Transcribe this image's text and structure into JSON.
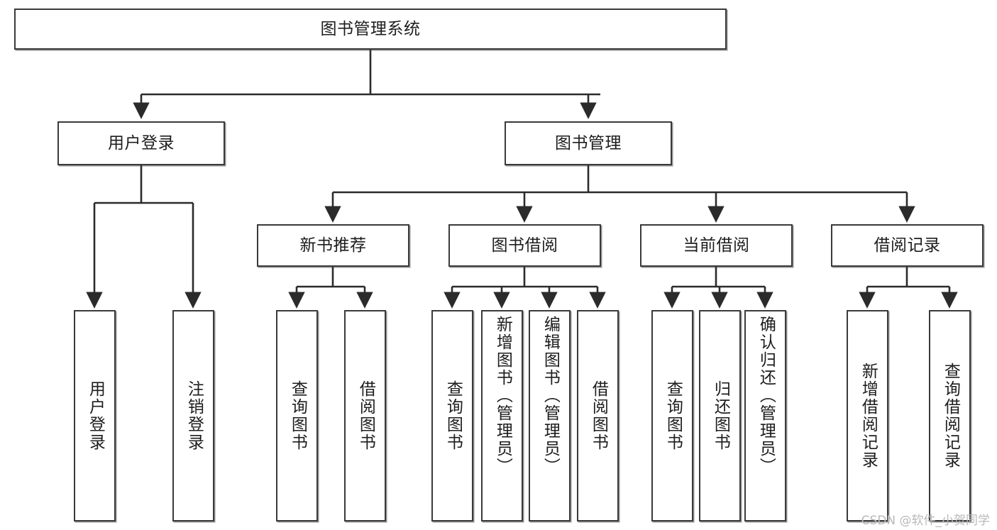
{
  "diagram": {
    "type": "tree",
    "title": "图书管理系统",
    "watermark": "CSDN @软件_小贺同学",
    "colors": {
      "box_border": "#3a3a3a",
      "box_fill": "#ffffff",
      "edge": "#2b2b2b",
      "text": "#1d1d1d",
      "watermark": "#b9b9b9"
    },
    "nodes": {
      "root": {
        "label": "图书管理系统"
      },
      "level2": [
        {
          "id": "user-login",
          "label": "用户登录"
        },
        {
          "id": "book-management",
          "label": "图书管理"
        }
      ],
      "level3": [
        {
          "id": "new-book-recommend",
          "label": "新书推荐"
        },
        {
          "id": "book-borrow",
          "label": "图书借阅"
        },
        {
          "id": "current-borrow",
          "label": "当前借阅"
        },
        {
          "id": "borrow-record",
          "label": "借阅记录"
        }
      ],
      "leaves": {
        "user-login": [
          {
            "id": "leaf-user-login",
            "label": "用户登录"
          },
          {
            "id": "leaf-logout-login",
            "label": "注销登录"
          }
        ],
        "new-book-recommend": [
          {
            "id": "leaf-query-book-1",
            "label": "查询图书"
          },
          {
            "id": "leaf-borrow-book-1",
            "label": "借阅图书"
          }
        ],
        "book-borrow": [
          {
            "id": "leaf-query-book-2",
            "label": "查询图书"
          },
          {
            "id": "leaf-add-book",
            "label": "新增图书（管理员）"
          },
          {
            "id": "leaf-edit-book",
            "label": "编辑图书（管理员）"
          },
          {
            "id": "leaf-borrow-book-2",
            "label": "借阅图书"
          }
        ],
        "current-borrow": [
          {
            "id": "leaf-query-book-3",
            "label": "查询图书"
          },
          {
            "id": "leaf-return-book",
            "label": "归还图书"
          },
          {
            "id": "leaf-confirm-return",
            "label": "确认归还（管理员）"
          }
        ],
        "borrow-record": [
          {
            "id": "leaf-add-record",
            "label": "新增借阅记录"
          },
          {
            "id": "leaf-query-record",
            "label": "查询借阅记录"
          }
        ]
      }
    }
  }
}
